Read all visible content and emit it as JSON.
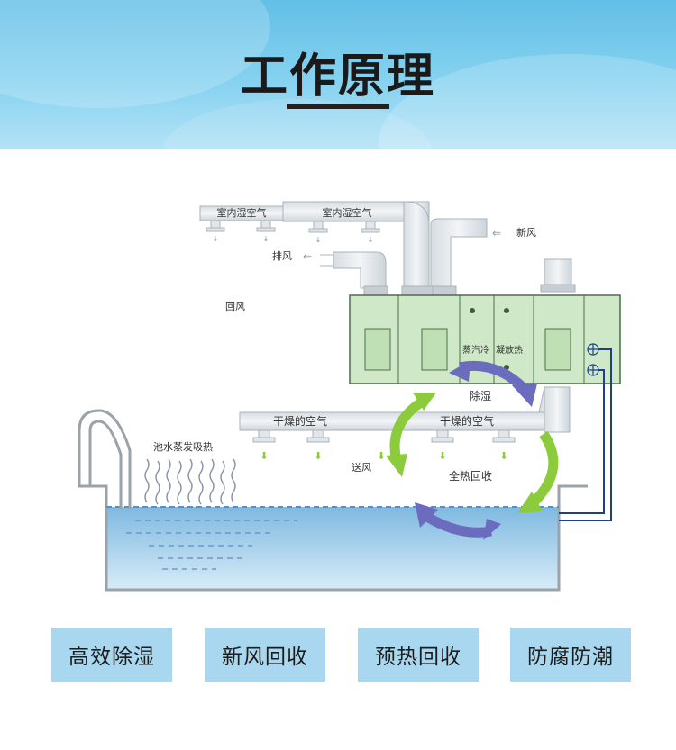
{
  "header": {
    "title": "工作原理"
  },
  "diagram": {
    "labels": {
      "indoor_humid_air_1": "室内湿空气",
      "indoor_humid_air_2": "室内湿空气",
      "fresh_air": "新风",
      "exhaust": "排风",
      "return_air": "回风",
      "steam_cool": "蒸汽冷",
      "condense_heat": "凝放热",
      "dehumidify": "除湿",
      "dry_air_1": "干燥的空气",
      "dry_air_2": "干燥的空气",
      "pool_evaporation": "池水蒸发吸热",
      "supply_air": "送风",
      "heat_recovery": "全热回收"
    },
    "colors": {
      "unit_fill": "#cfe9c8",
      "unit_stroke": "#4c6e4a",
      "duct": "#e9edf0",
      "water": "#9ccae8",
      "green_arrow": "#8ccb3c",
      "purple_arrow": "#6c6cbf",
      "pipe": "#1f3f86"
    }
  },
  "features": [
    {
      "label": "高效除湿"
    },
    {
      "label": "新风回收"
    },
    {
      "label": "预热回收"
    },
    {
      "label": "防腐防潮"
    }
  ]
}
